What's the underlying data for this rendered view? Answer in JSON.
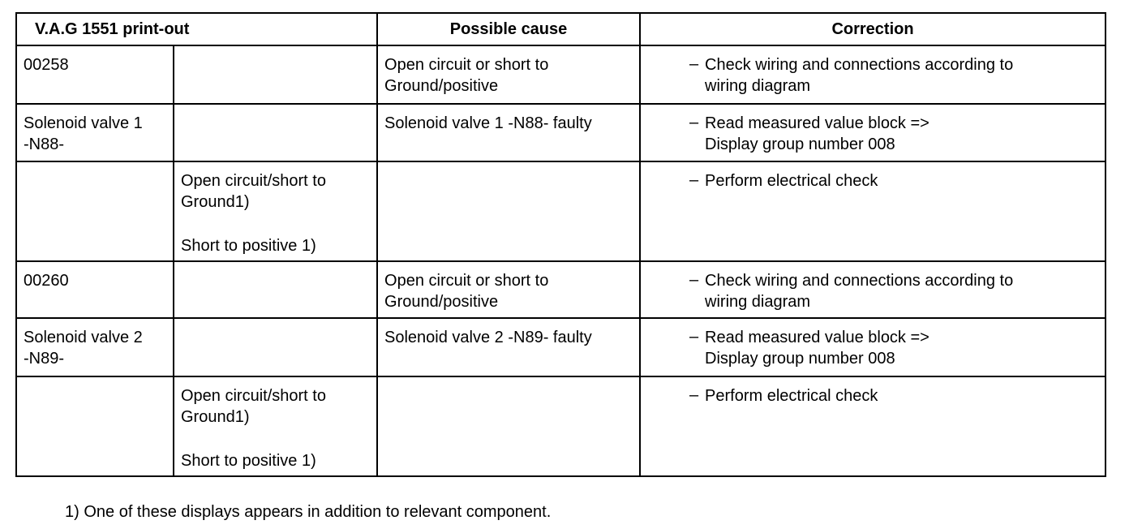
{
  "headers": {
    "printout": "V.A.G 1551 print-out",
    "cause": "Possible cause",
    "correction": "Correction"
  },
  "rows": [
    {
      "code": [
        "00258"
      ],
      "fault": [],
      "cause": [
        "Open circuit or short to",
        "Ground/positive"
      ],
      "correction": [
        "Check wiring and connections according to",
        "wiring diagram"
      ]
    },
    {
      "code": [
        "Solenoid valve 1",
        "-N88-"
      ],
      "fault": [],
      "cause": [
        "Solenoid valve 1 -N88- faulty"
      ],
      "correction": [
        "Read measured value block =>",
        "Display group number 008"
      ]
    },
    {
      "code": [],
      "fault": [
        "Open circuit/short to",
        "Ground1)",
        "",
        "Short to positive 1)"
      ],
      "cause": [],
      "correction": [
        "Perform electrical check"
      ]
    },
    {
      "code": [
        "00260"
      ],
      "fault": [],
      "cause": [
        "Open circuit or short to",
        "Ground/positive"
      ],
      "correction": [
        "Check wiring and connections according to",
        "wiring diagram"
      ]
    },
    {
      "code": [
        "Solenoid valve 2",
        "-N89-"
      ],
      "fault": [],
      "cause": [
        "Solenoid valve 2 -N89- faulty"
      ],
      "correction": [
        "Read measured value block =>",
        "Display group number 008"
      ]
    },
    {
      "code": [],
      "fault": [
        "Open circuit/short to",
        "Ground1)",
        "",
        "Short to positive 1)"
      ],
      "cause": [],
      "correction": [
        "Perform electrical check"
      ]
    }
  ],
  "bullet": "–",
  "footnote": "1) One of these displays appears in addition to relevant component."
}
